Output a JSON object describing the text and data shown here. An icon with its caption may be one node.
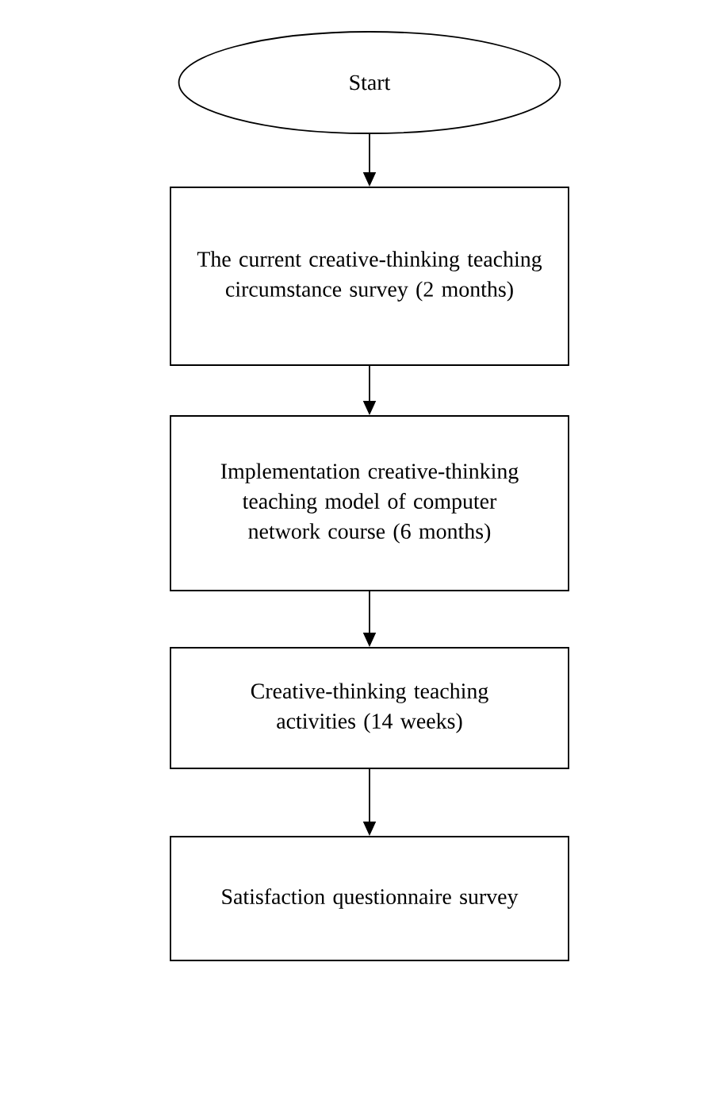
{
  "diagram": {
    "nodes": [
      {
        "text": [
          "Start"
        ]
      },
      {
        "text": [
          "The current creative-thinking teaching circumstance survey (2 months)"
        ]
      },
      {
        "text": [
          "Implementation creative-thinking teaching model of computer network course (6 months)"
        ]
      },
      {
        "text": [
          "Creative-thinking teaching activities (14 weeks)"
        ]
      },
      {
        "text": [
          "Satisfaction questionnaire survey"
        ]
      }
    ],
    "edges": [
      {
        "from": 0,
        "to": 1,
        "arrow": "to"
      },
      {
        "from": 1,
        "to": 2,
        "arrow": "to"
      },
      {
        "from": 2,
        "to": 3,
        "arrow": "to"
      },
      {
        "from": 3,
        "to": 4,
        "arrow": "to"
      }
    ]
  }
}
